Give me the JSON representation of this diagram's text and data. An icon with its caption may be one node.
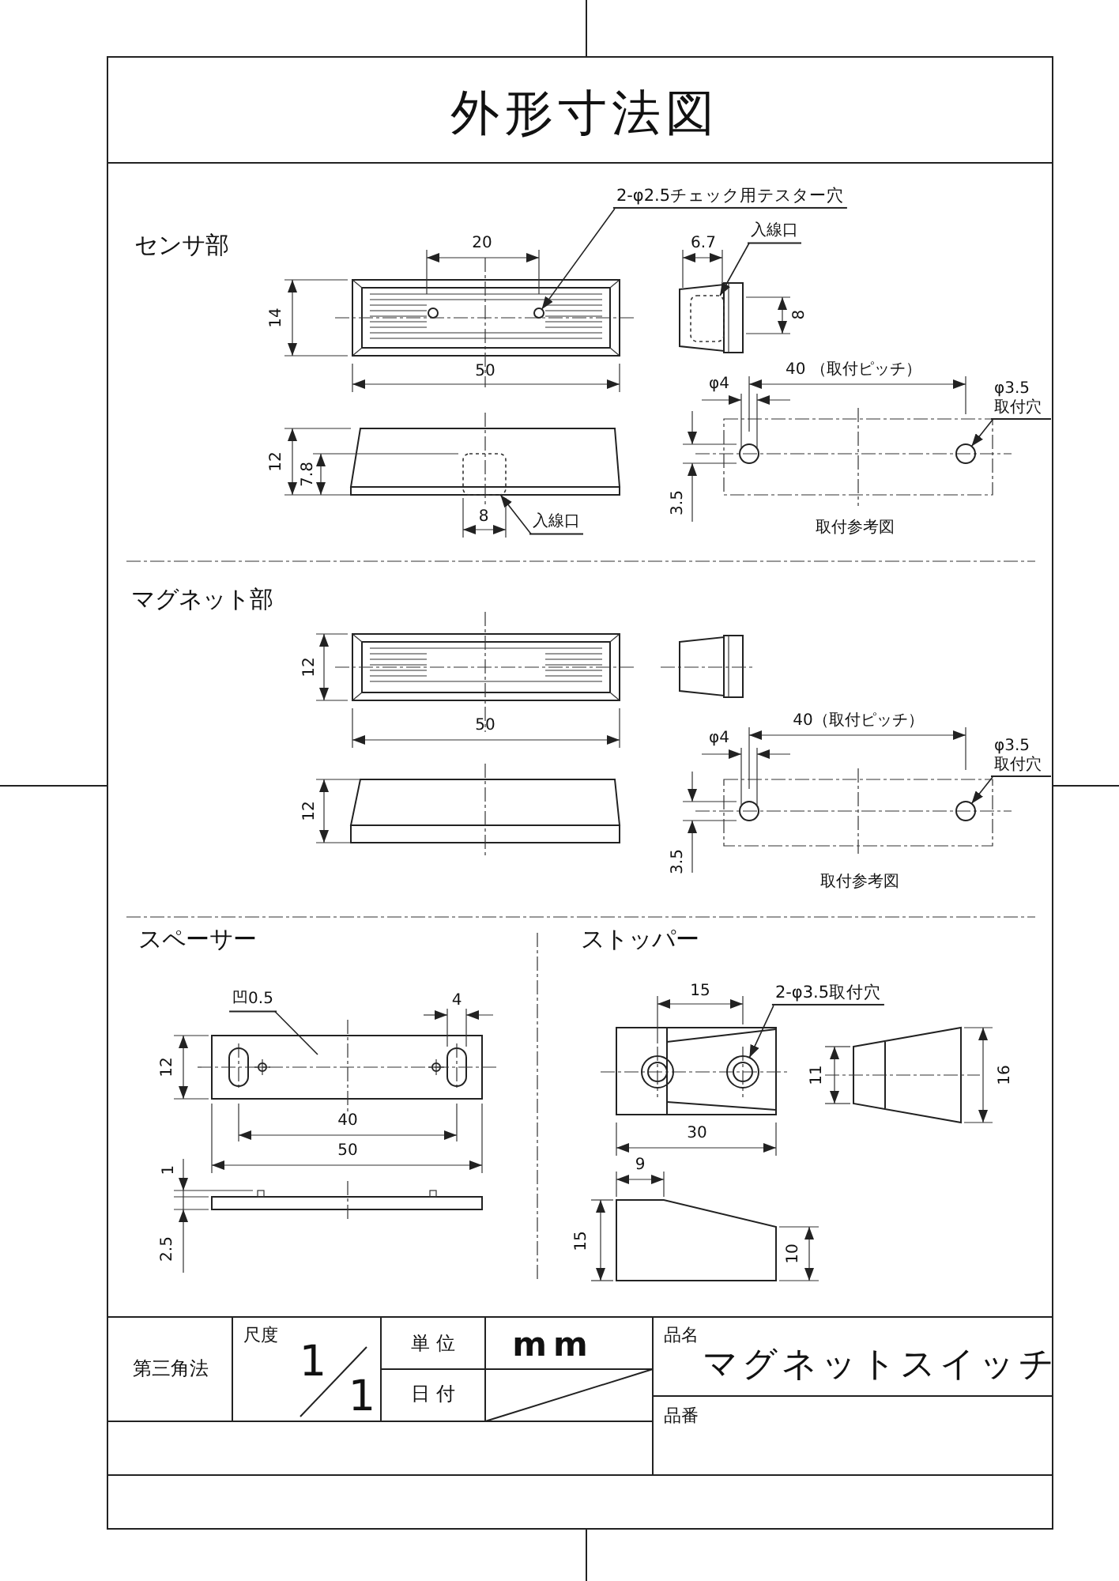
{
  "diagram": {
    "title": "外形寸法図",
    "nodes": [
      {
        "text": [
          "2-φ2.5チェック用テスター穴"
        ]
      },
      {
        "text": [
          "入線口"
        ]
      },
      {
        "text": [
          "入線口"
        ]
      },
      {
        "text": [
          "φ3.5 取付穴"
        ]
      },
      {
        "text": [
          "φ3.5 取付穴"
        ]
      },
      {
        "text": [
          "凹0.5"
        ]
      },
      {
        "text": [
          "2-φ3.5取付穴"
        ]
      },
      {
        "text": [],
        "shape": "circle"
      },
      {
        "text": [],
        "shape": "box"
      },
      {
        "text": [],
        "shape": "box"
      },
      {
        "text": [],
        "shape": "circle"
      },
      {
        "text": [],
        "shape": "circle"
      },
      {
        "text": [],
        "shape": "circle"
      }
    ],
    "edges": [
      {
        "from": 0,
        "to": 7,
        "arrow": "to"
      },
      {
        "from": 1,
        "to": 8,
        "arrow": "to"
      },
      {
        "from": 2,
        "to": 9,
        "arrow": "to"
      },
      {
        "from": 3,
        "to": 10,
        "arrow": "to"
      },
      {
        "from": 4,
        "to": 11,
        "arrow": "to"
      },
      {
        "from": 5,
        "to": null,
        "arrow": "none"
      },
      {
        "from": 6,
        "to": 12,
        "arrow": "to"
      }
    ],
    "labels": [
      "センサ部",
      "20",
      "6.7",
      "14",
      "8",
      "50",
      "40 （取付ピッチ）",
      "φ4",
      "12",
      "7.8",
      "8",
      "3.5",
      "取付参考図",
      "マグネット部",
      "12",
      "50",
      "40（取付ピッチ）",
      "φ4",
      "12",
      "3.5",
      "取付参考図",
      "スペーサー",
      "ストッパー",
      "4",
      "15",
      "12",
      "11",
      "16",
      "40",
      "30",
      "50",
      "1",
      "9",
      "2.5",
      "15",
      "10",
      "第三角法",
      "尺度",
      "1",
      "1",
      "単 位",
      "mm",
      "日 付",
      "品名",
      "マグネットスイッチ",
      "品番"
    ]
  }
}
